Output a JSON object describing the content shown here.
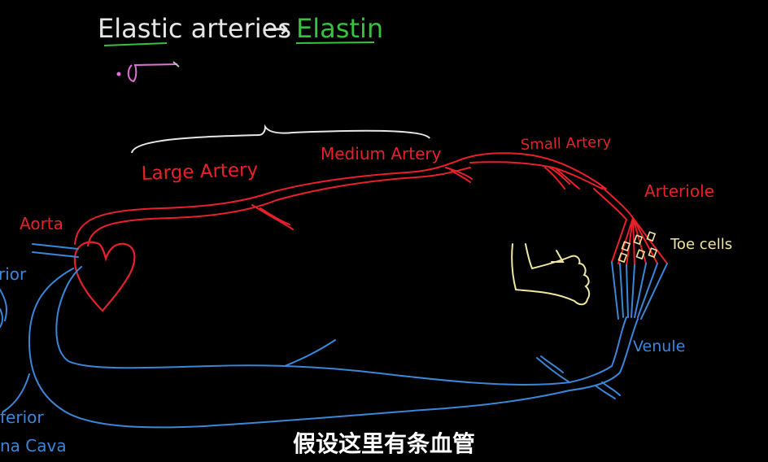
{
  "title": {
    "left": "Elastic arteries",
    "arrow": "→",
    "right": "Elastin"
  },
  "labels": {
    "large_artery": "Large Artery",
    "medium_artery": "Medium Artery",
    "small_artery": "Small Artery",
    "arteriole": "Arteriole",
    "aorta": "Aorta",
    "toe_cells": "Toe cells",
    "venule": "Venule",
    "superior_partial": "rior",
    "inferior_partial": "ferior",
    "vena_cava_partial": "na Cava"
  },
  "subtitle": "假设这里有条血管",
  "colors": {
    "background": "#000000",
    "artery": "#e8202a",
    "vein": "#3a86d8",
    "chalk": "#e6e6e6",
    "green": "#36c23a",
    "toe": "#efe6a0",
    "pink": "#e070d8"
  }
}
